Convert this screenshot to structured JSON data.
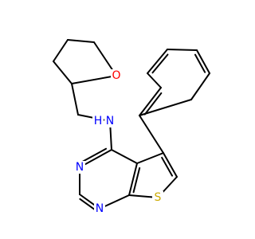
{
  "colors": {
    "bond": "#000000",
    "N": "#0000ff",
    "O": "#ff0000",
    "S": "#ccaa00",
    "background": "#ffffff"
  },
  "atoms": {
    "o_ring": "O",
    "n_amine": "N",
    "h_amine": "H",
    "n_ring_upper": "N",
    "n_ring_lower": "N",
    "s_ring": "S"
  }
}
